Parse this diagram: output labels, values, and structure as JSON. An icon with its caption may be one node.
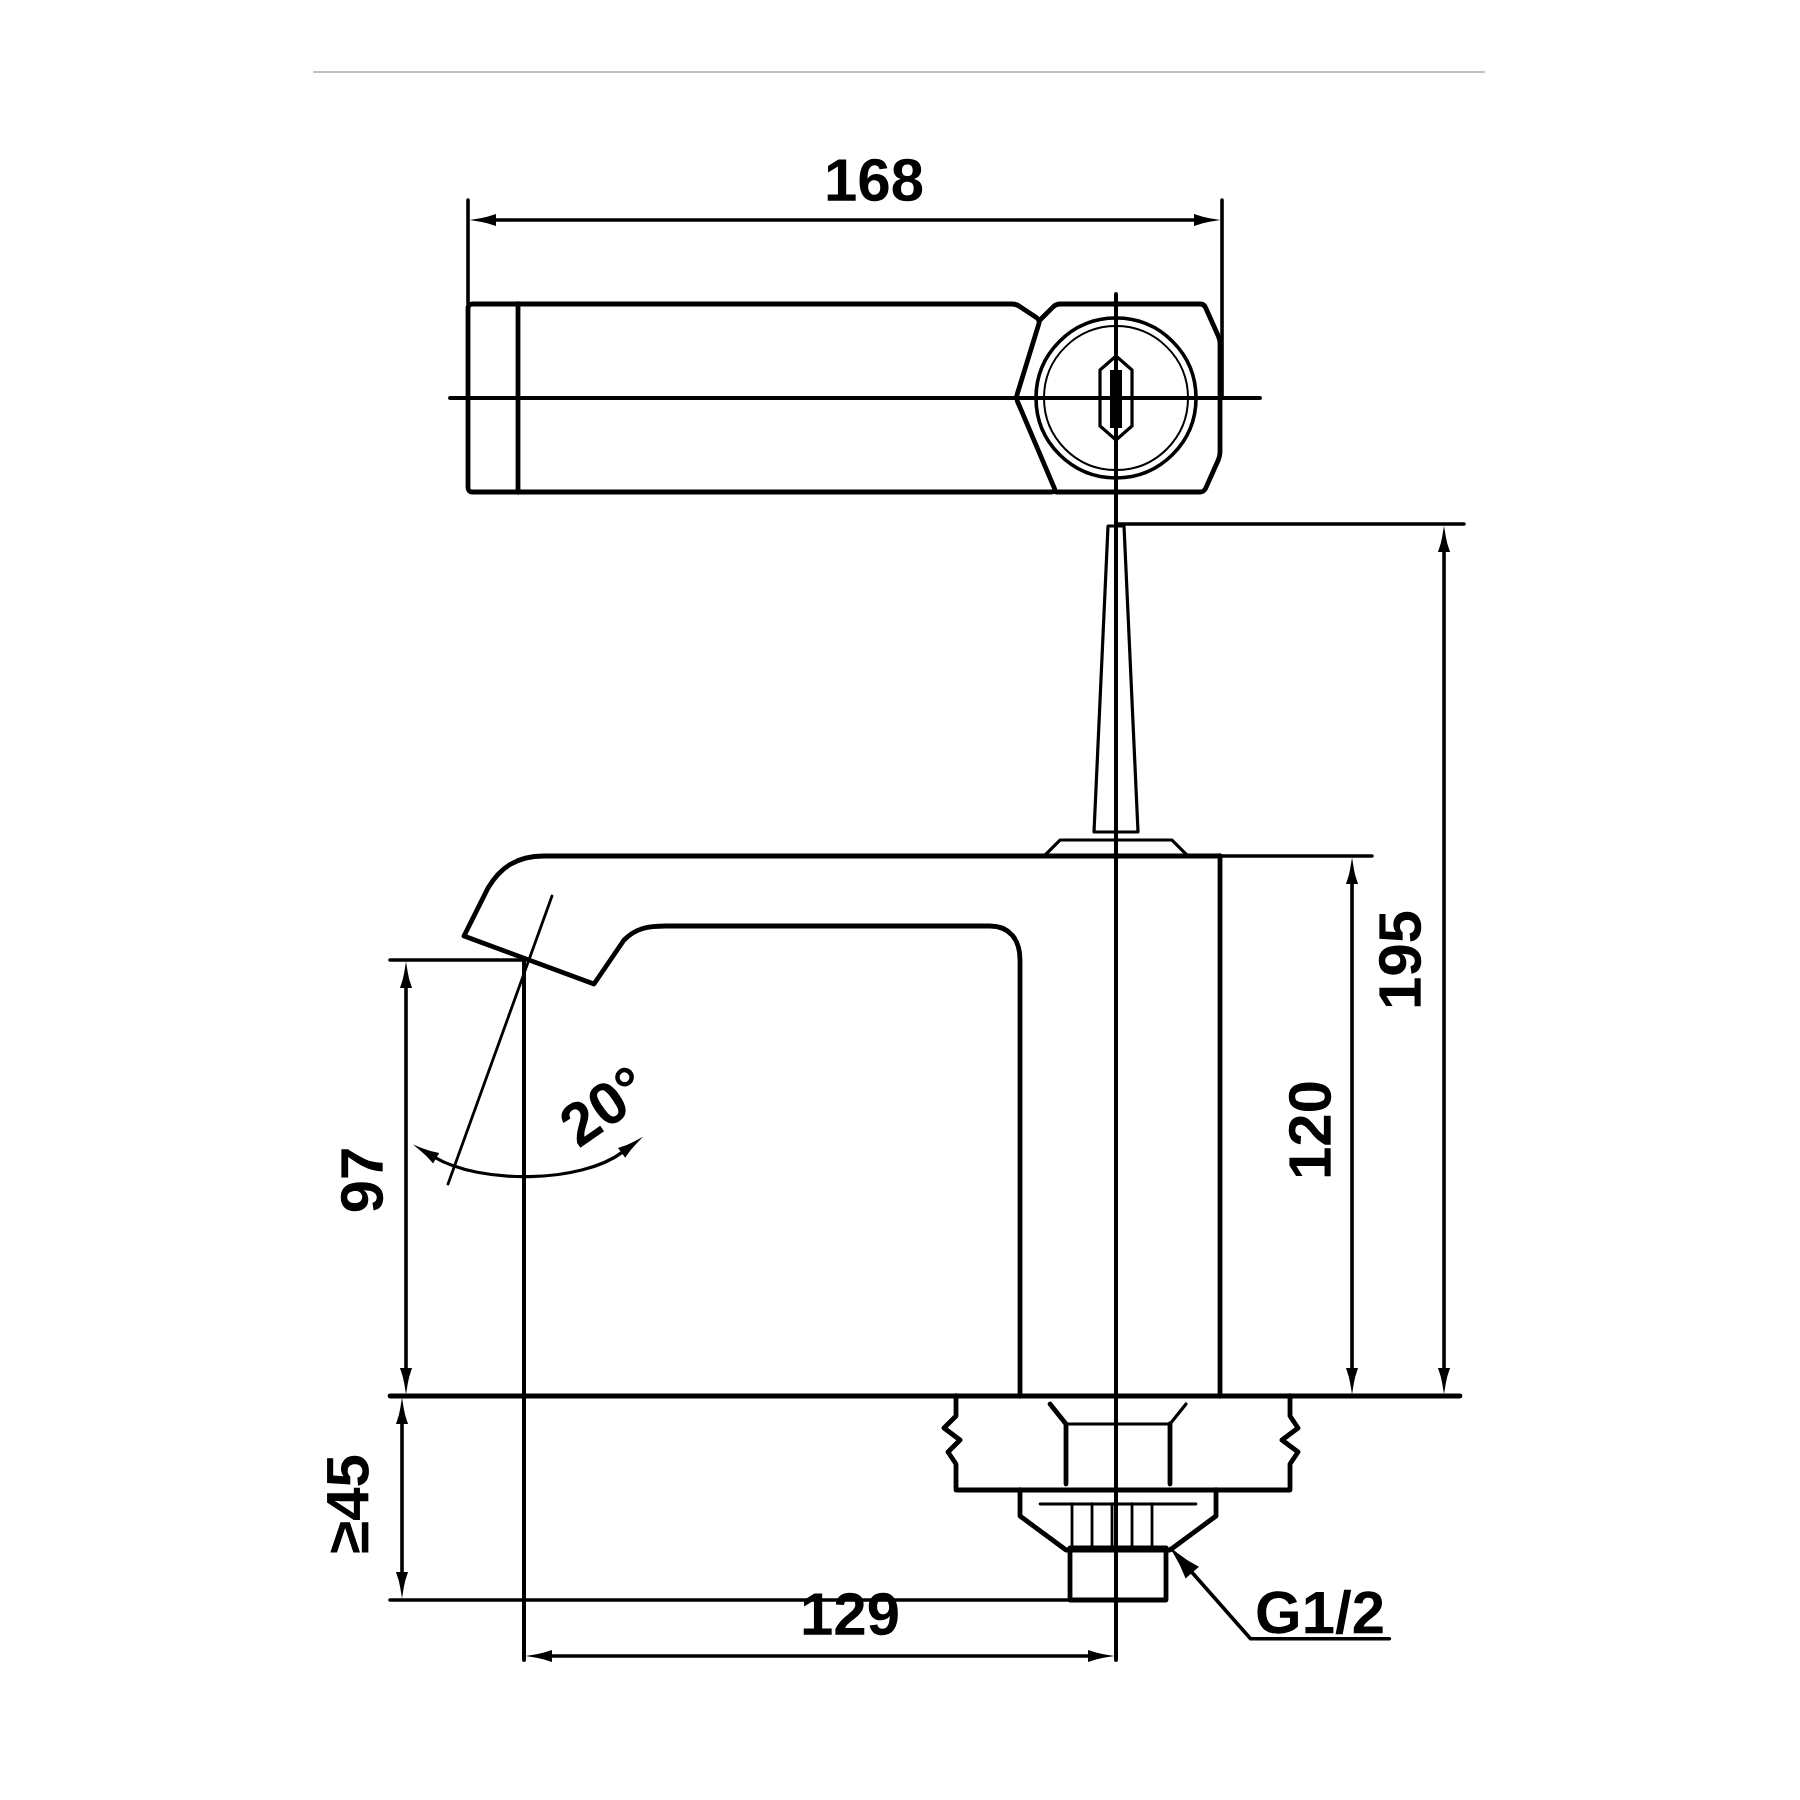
{
  "diagram": {
    "nodes": [
      {
        "text": [
          "G1/2"
        ]
      },
      {
        "text": [],
        "shape": "box"
      }
    ],
    "edges": [
      {
        "from": 0,
        "to": 1,
        "arrow": "to"
      }
    ],
    "labels": [
      "168",
      "195",
      "120",
      "20°",
      "97",
      "≥45",
      "129"
    ]
  }
}
